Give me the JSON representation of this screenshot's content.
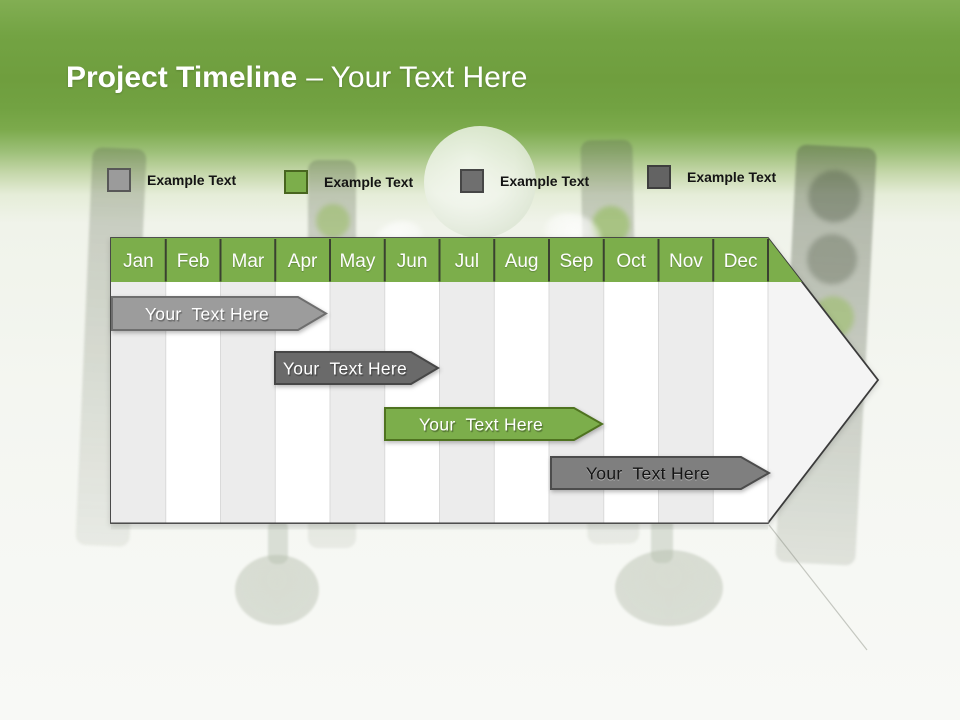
{
  "slide": {
    "title_bold": "Project Timeline",
    "title_regular": "– Your Text Here"
  },
  "legend": {
    "items": [
      {
        "label": "Example Text",
        "fill": "#9b9b9b",
        "border": "#585858"
      },
      {
        "label": "Example Text",
        "fill": "#7cae4b",
        "border": "#48651f"
      },
      {
        "label": "Example Text",
        "fill": "#6f6f6f",
        "border": "#464646"
      },
      {
        "label": "Example Text",
        "fill": "#636363",
        "border": "#3e3e3e"
      }
    ]
  },
  "timeline": {
    "months": [
      "Jan",
      "Feb",
      "Mar",
      "Apr",
      "May",
      "Jun",
      "Jul",
      "Aug",
      "Sep",
      "Oct",
      "Nov",
      "Dec"
    ],
    "header_fill": "#7cae4b",
    "stripe_even": "#ececec",
    "stripe_odd": "#ffffff",
    "body_fill": "#f4f4f4",
    "outline_color": "#3b3b3b",
    "bars": [
      {
        "label": "Your  Text Here",
        "span": "Jan–Apr",
        "fill": "#9c9c9c",
        "stroke": "#6e6e6e",
        "text_color": "#ffffff"
      },
      {
        "label": "Your  Text Here",
        "span": "Apr–Jun",
        "fill": "#6a6a6a",
        "stroke": "#474747",
        "text_color": "#ffffff"
      },
      {
        "label": "Your  Text Here",
        "span": "Jun–Sep",
        "fill": "#7cae4b",
        "stroke": "#4f7320",
        "text_color": "#ffffff"
      },
      {
        "label": "Your  Text Here",
        "span": "Sep–Dec",
        "fill": "#7f7f7f",
        "stroke": "#4c4c4c",
        "text_color": "#151515"
      }
    ]
  }
}
